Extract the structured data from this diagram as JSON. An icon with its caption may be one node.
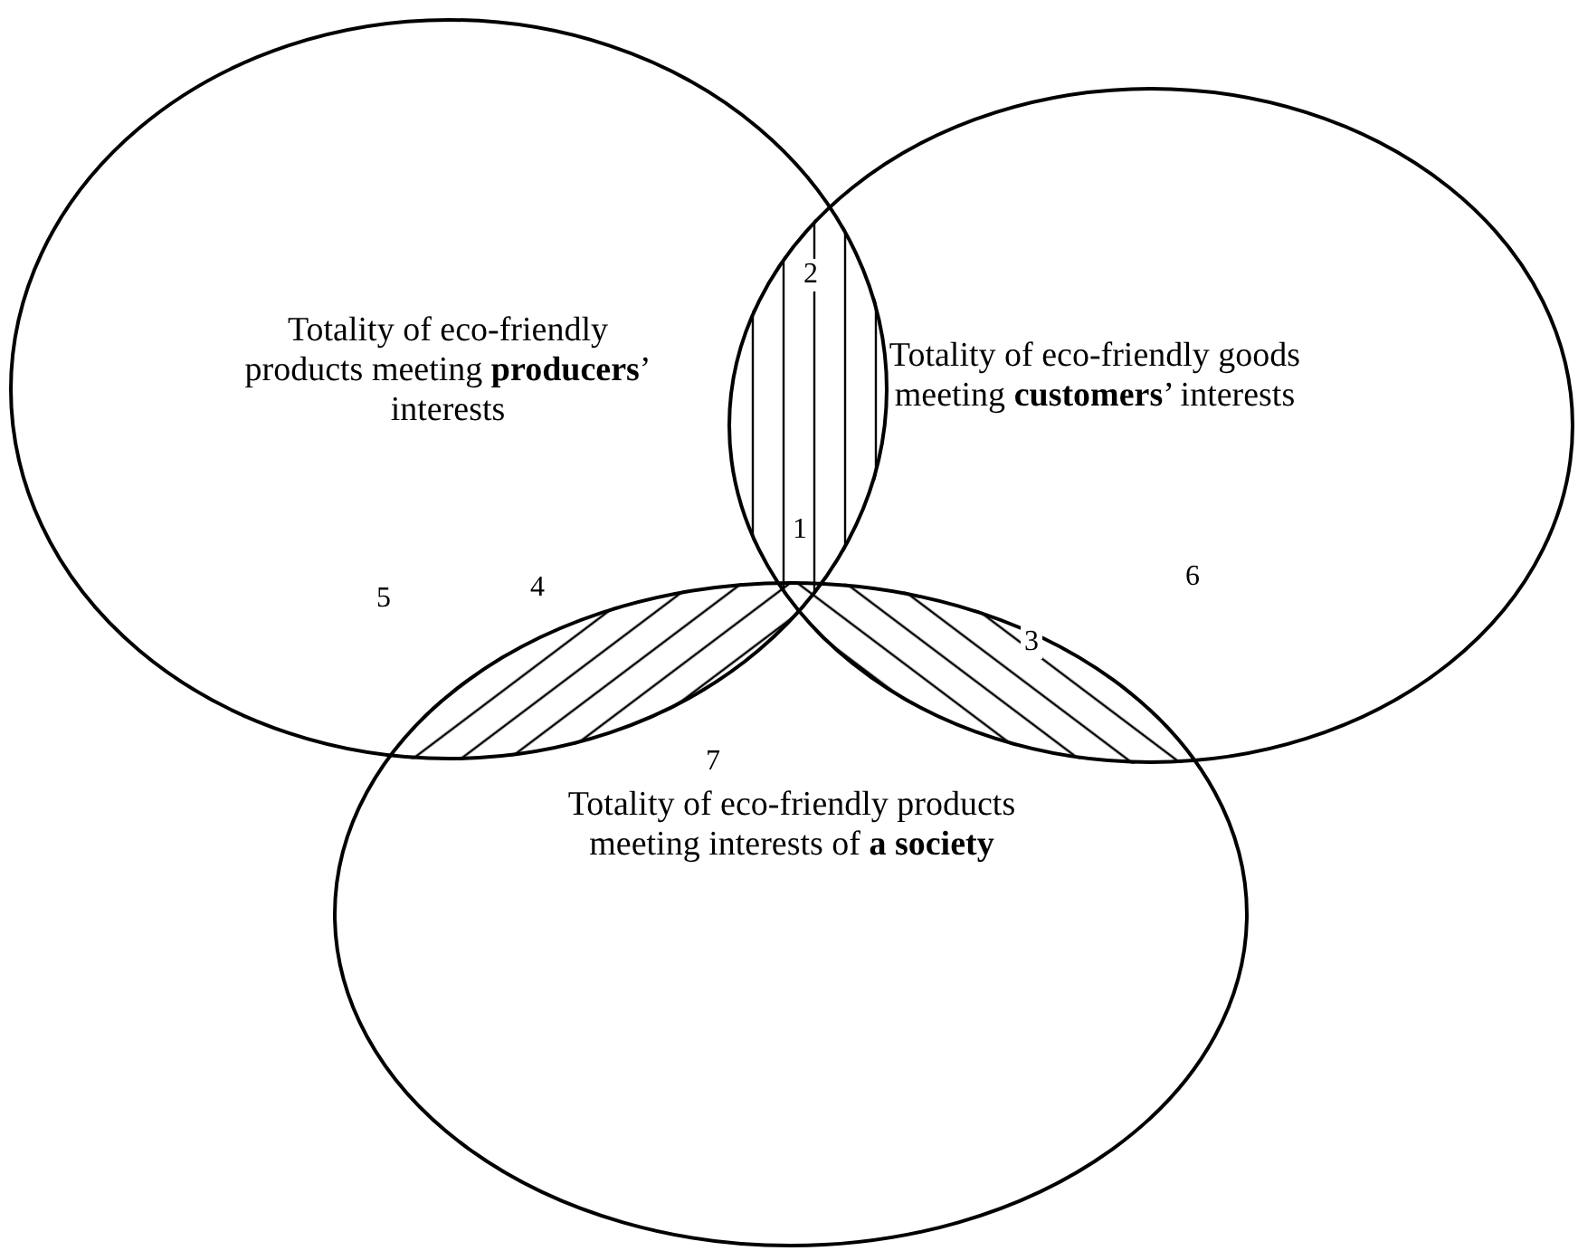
{
  "diagram": {
    "nodes": [
      {
        "text": [
          "Totality of eco-friendly products meeting **producers**’ interests"
        ]
      },
      {
        "text": [
          "Totality of eco-friendly goods meeting **customers**’ interests"
        ]
      },
      {
        "text": [
          "Totality of eco-friendly products meeting interests of **a society**"
        ]
      }
    ],
    "edges": [],
    "labels": [
      "2",
      "1",
      "5",
      "4",
      "6",
      "3",
      "7"
    ]
  }
}
